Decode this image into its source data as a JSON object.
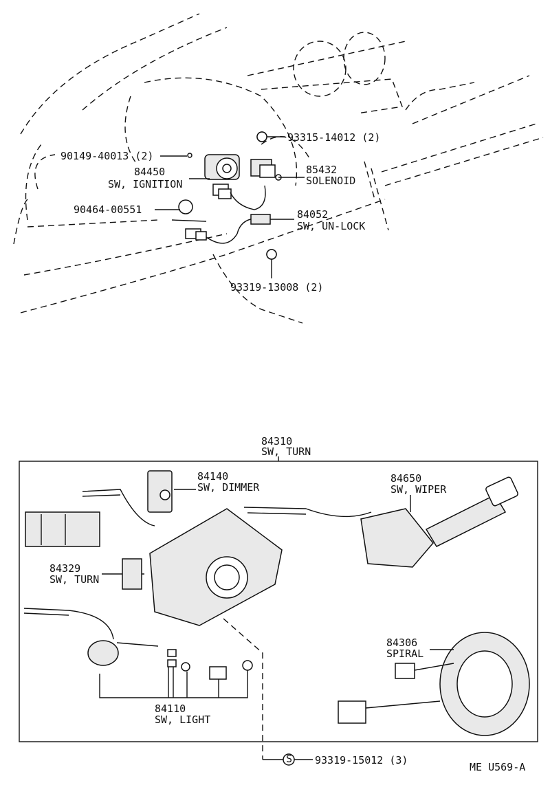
{
  "ignition_group": {
    "bolt_90149": "90149-40013 (2)",
    "screw_93315": "93315-14012 (2)",
    "part_84450_no": "84450",
    "part_84450_name": "SW, IGNITION",
    "part_85432_no": "85432",
    "part_85432_name": "SOLENOID",
    "part_90464": "90464-00551",
    "part_84052_no": "84052",
    "part_84052_name": "SW, UN-LOCK",
    "screw_93319_a": "93319-13008 (2)"
  },
  "turn_group": {
    "part_84310_no": "84310",
    "part_84310_name": "SW, TURN",
    "part_84140_no": "84140",
    "part_84140_name": "SW, DIMMER",
    "part_84650_no": "84650",
    "part_84650_name": "SW, WIPER",
    "part_84329_no": "84329",
    "part_84329_name": "SW, TURN",
    "part_84306_no": "84306",
    "part_84306_name": "SPIRAL",
    "part_84110_no": "84110",
    "part_84110_name": "SW, LIGHT",
    "screw_93319_b": "93319-15012 (3)"
  },
  "standard_part_symbol": "S",
  "figure_code": "ME U569-A"
}
